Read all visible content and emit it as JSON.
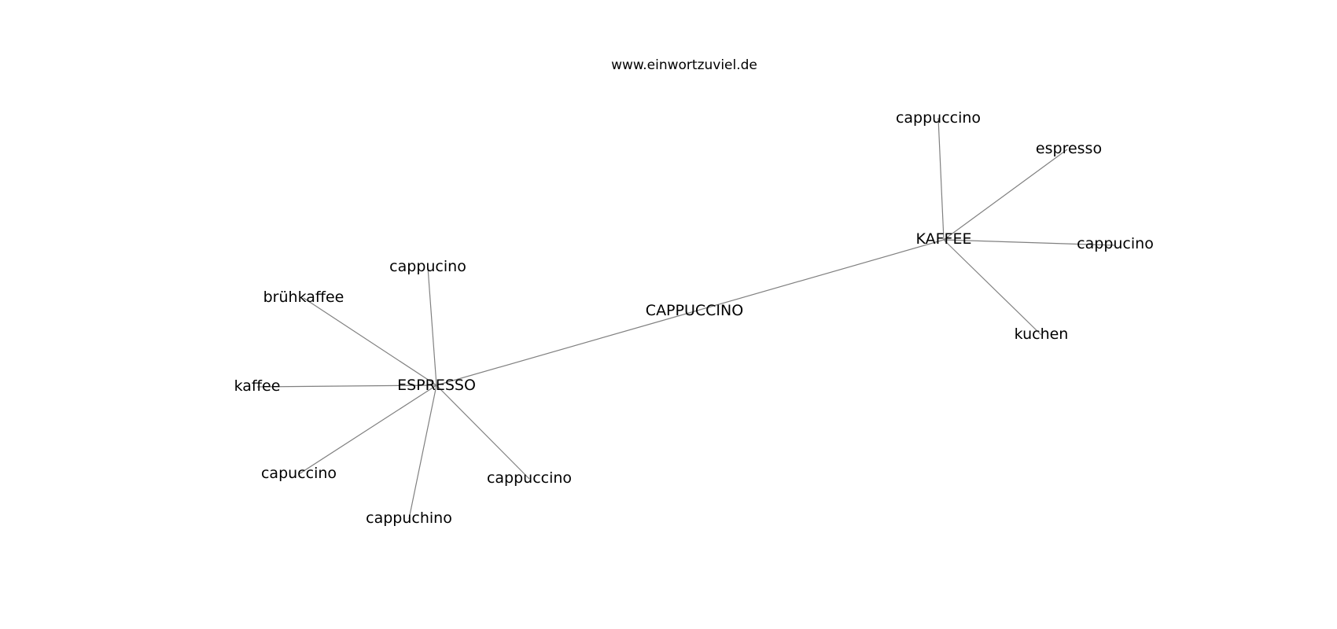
{
  "header": {
    "site": "www.einwortzuviel.de"
  },
  "colors": {
    "edge": "#808080",
    "text": "#000000",
    "background": "#ffffff"
  },
  "graph": {
    "nodes": [
      {
        "id": "cappuccino_center",
        "label": "CAPPUCCINO"
      },
      {
        "id": "espresso_hub",
        "label": "ESPRESSO"
      },
      {
        "id": "kaffee_hub",
        "label": "KAFFEE"
      },
      {
        "id": "k_cappuccino",
        "label": "cappuccino"
      },
      {
        "id": "k_espresso",
        "label": "espresso"
      },
      {
        "id": "k_cappucino",
        "label": "cappucino"
      },
      {
        "id": "k_kuchen",
        "label": "kuchen"
      },
      {
        "id": "e_cappucino",
        "label": "cappucino"
      },
      {
        "id": "e_bruehkaffee",
        "label": "brühkaffee"
      },
      {
        "id": "e_kaffee",
        "label": "kaffee"
      },
      {
        "id": "e_capuccino",
        "label": "capuccino"
      },
      {
        "id": "e_cappuchino",
        "label": "cappuchino"
      },
      {
        "id": "e_cappuccino",
        "label": "cappuccino"
      }
    ],
    "edges": [
      [
        "cappuccino_center",
        "espresso_hub"
      ],
      [
        "cappuccino_center",
        "kaffee_hub"
      ],
      [
        "kaffee_hub",
        "k_cappuccino"
      ],
      [
        "kaffee_hub",
        "k_espresso"
      ],
      [
        "kaffee_hub",
        "k_cappucino"
      ],
      [
        "kaffee_hub",
        "k_kuchen"
      ],
      [
        "espresso_hub",
        "e_cappucino"
      ],
      [
        "espresso_hub",
        "e_bruehkaffee"
      ],
      [
        "espresso_hub",
        "e_kaffee"
      ],
      [
        "espresso_hub",
        "e_capuccino"
      ],
      [
        "espresso_hub",
        "e_cappuchino"
      ],
      [
        "espresso_hub",
        "e_cappuccino"
      ]
    ]
  }
}
